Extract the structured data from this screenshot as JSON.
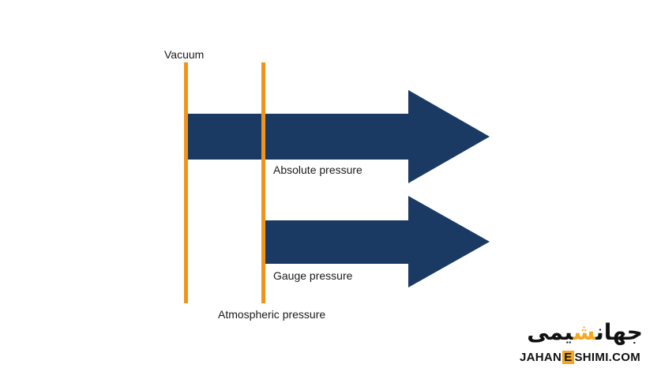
{
  "labels": {
    "vacuum": "Vacuum",
    "absolute_pressure": "Absolute pressure",
    "gauge_pressure": "Gauge pressure",
    "atmospheric_pressure": "Atmospheric pressure"
  },
  "logo": {
    "persian_main": "جهان",
    "persian_accent": "ش",
    "persian_rest": "یمی",
    "latin_prefix": "JAHAN",
    "latin_box": "E",
    "latin_suffix": "SHIMI.COM"
  },
  "colors": {
    "arrow": "#1b3a63",
    "reference_line": "#f0941c",
    "logo_accent": "#f5a623",
    "text": "#1a1a1a"
  }
}
